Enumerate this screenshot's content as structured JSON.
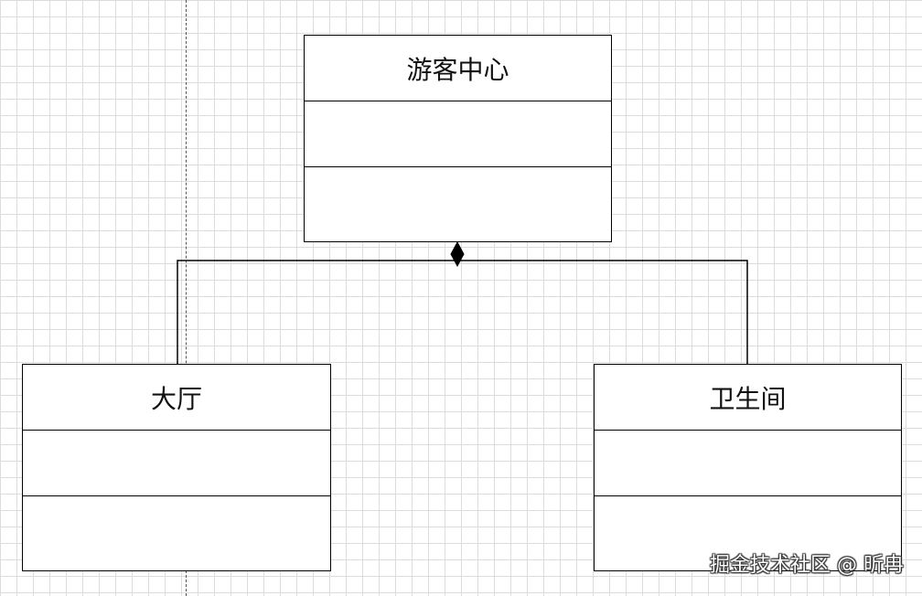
{
  "diagram": {
    "classes": [
      {
        "id": "class-center",
        "name": "游客中心"
      },
      {
        "id": "class-hall",
        "name": "大厅"
      },
      {
        "id": "class-restroom",
        "name": "卫生间"
      }
    ],
    "relation": {
      "type": "composition",
      "whole": "游客中心",
      "parts": [
        "大厅",
        "卫生间"
      ]
    }
  },
  "watermark": "掘金技术社区 @ 昕冉"
}
